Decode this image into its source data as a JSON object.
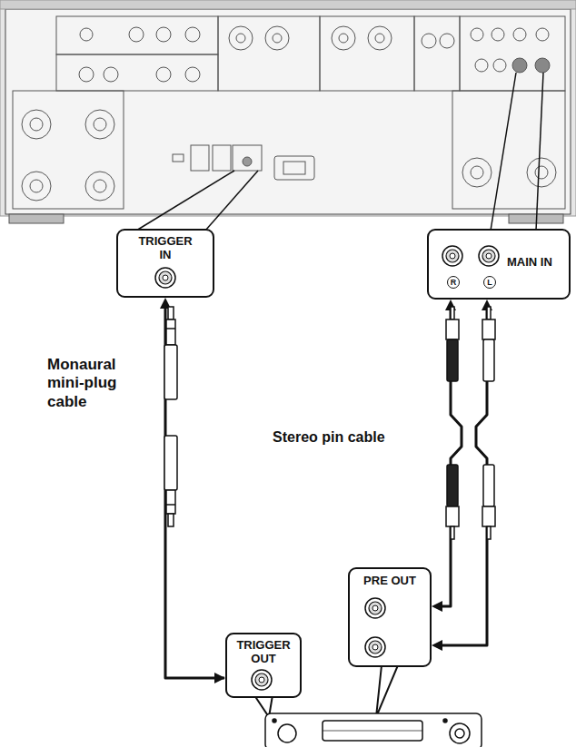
{
  "diagram": {
    "nodes": [
      {
        "text": [
          "TRIGGER IN"
        ]
      },
      {
        "text": [
          "MAIN IN"
        ]
      },
      {
        "text": [
          "TRIGGER OUT"
        ]
      },
      {
        "text": [
          "PRE OUT"
        ]
      }
    ],
    "edges": [
      {
        "from": 2,
        "to": 0,
        "arrow": "both"
      },
      {
        "from": 3,
        "to": 1,
        "arrow": "both"
      }
    ],
    "labels": [
      "R",
      "L",
      "Monaural mini-plug cable",
      "Stereo pin cable"
    ]
  }
}
